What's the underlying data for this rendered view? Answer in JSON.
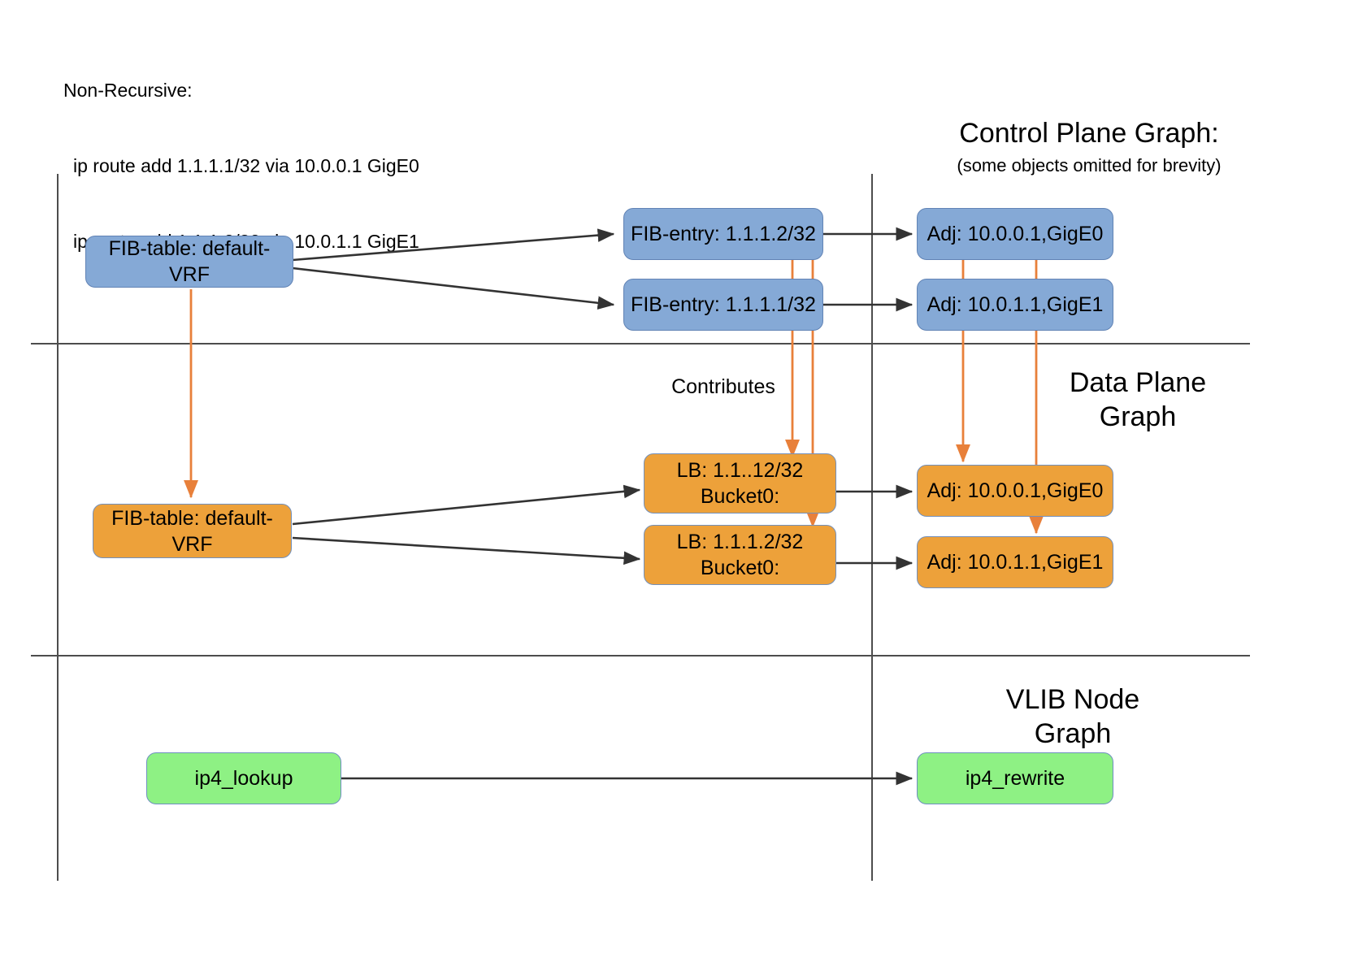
{
  "header": {
    "title": "Non-Recursive:",
    "route_1": "ip route add 1.1.1.1/32 via 10.0.0.1 GigE0",
    "route_2": "ip route add 1.1.1.2/32 via 10.0.1.1 GigE1"
  },
  "sections": {
    "control_plane": {
      "title": "Control Plane Graph:",
      "subtitle": "(some objects omitted for brevity)"
    },
    "data_plane": {
      "title_line1": "Data Plane",
      "title_line2": "Graph"
    },
    "vlib": {
      "title_line1": "VLIB Node",
      "title_line2": "Graph"
    }
  },
  "labels": {
    "contributes": "Contributes"
  },
  "nodes": {
    "cp_fib_table": "FIB-table: default-VRF",
    "cp_fib_entry_top": "FIB-entry: 1.1.1.2/32",
    "cp_fib_entry_bottom": "FIB-entry: 1.1.1.1/32",
    "cp_adj_top": "Adj: 10.0.0.1,GigE0",
    "cp_adj_bottom": "Adj: 10.0.1.1,GigE1",
    "dp_fib_table": "FIB-table: default-VRF",
    "dp_lb_top_line1": "LB: 1.1..12/32",
    "dp_lb_top_line2": "Bucket0:",
    "dp_lb_bottom_line1": "LB: 1.1.1.2/32",
    "dp_lb_bottom_line2": "Bucket0:",
    "dp_adj_top": "Adj: 10.0.0.1,GigE0",
    "dp_adj_bottom": "Adj: 10.0.1.1,GigE1",
    "vlib_lookup": "ip4_lookup",
    "vlib_rewrite": "ip4_rewrite"
  },
  "colors": {
    "control_plane_fill": "#85a9d6",
    "data_plane_fill": "#eda13a",
    "vlib_fill": "#8ef184",
    "connector_black": "#333333",
    "connector_orange": "#e8803a",
    "lane_rule": "#4d4d4d"
  }
}
